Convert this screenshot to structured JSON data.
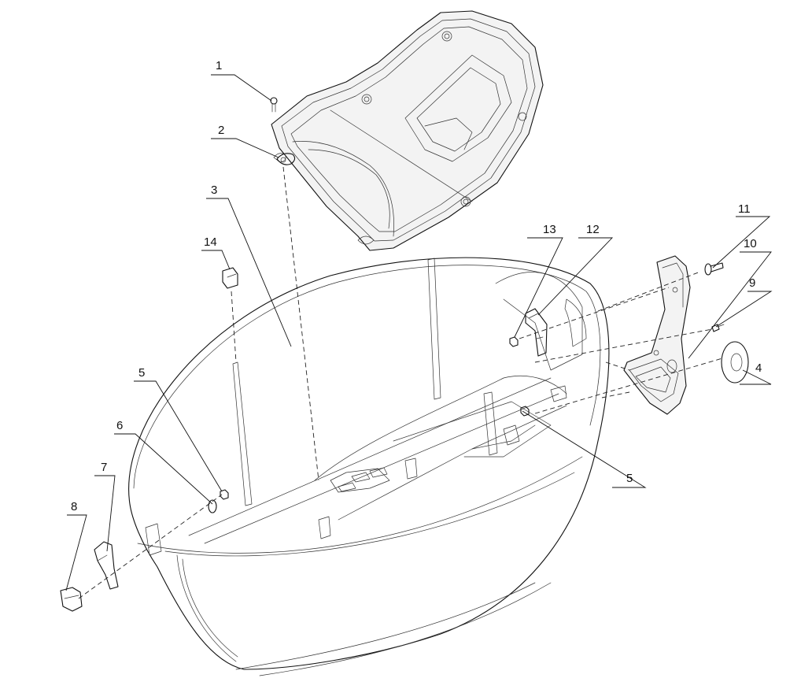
{
  "labels": {
    "p1": "1",
    "p2": "2",
    "p3": "3",
    "p4": "4",
    "p5a": "5",
    "p5b": "5",
    "p6": "6",
    "p7": "7",
    "p8": "8",
    "p9": "9",
    "p10": "10",
    "p11": "11",
    "p12": "12",
    "p13": "13",
    "p14": "14"
  }
}
